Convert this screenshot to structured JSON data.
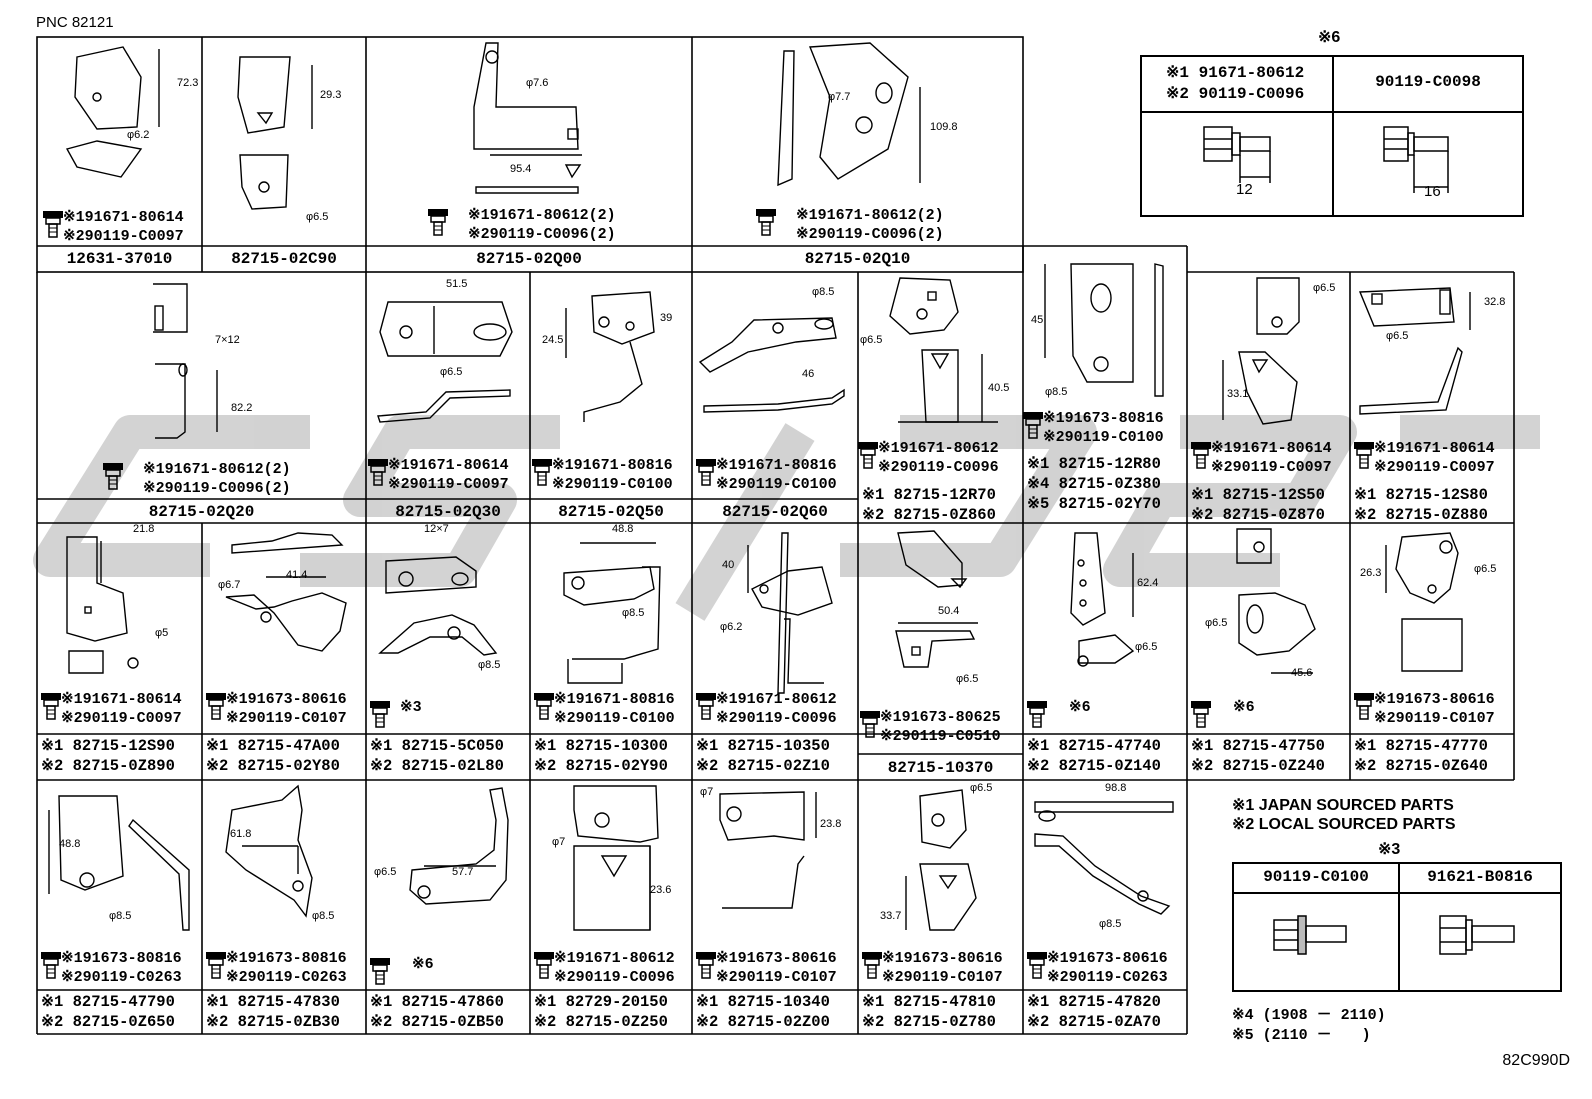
{
  "header": {
    "pnc": "PNC 82121"
  },
  "footer": {
    "drawing_number": "82C990D"
  },
  "colors": {
    "line": "#000000",
    "watermark": "#b8b8b8"
  },
  "cells": [
    {
      "id": "c1",
      "dims": [
        "72.3",
        "φ6.2"
      ],
      "callouts": [
        "※191671-80614",
        "※290119-C0097"
      ],
      "part_numbers": [
        "12631-37010"
      ]
    },
    {
      "id": "c2",
      "dims": [
        "29.3",
        "φ6.5"
      ],
      "callouts": [],
      "part_numbers": [
        "82715-02C90"
      ]
    },
    {
      "id": "c3",
      "dims": [
        "φ7.6",
        "95.4"
      ],
      "callouts": [
        "※191671-80612(2)",
        "※290119-C0096(2)"
      ],
      "part_numbers": [
        "82715-02Q00"
      ]
    },
    {
      "id": "c4",
      "dims": [
        "φ7.7",
        "109.8"
      ],
      "callouts": [
        "※191671-80612(2)",
        "※290119-C0096(2)"
      ],
      "part_numbers": [
        "82715-02Q10"
      ]
    },
    {
      "id": "c5",
      "dims": [
        "7×12",
        "82.2"
      ],
      "callouts": [
        "※191671-80612(2)",
        "※290119-C0096(2)"
      ],
      "part_numbers": [
        "82715-02Q20"
      ]
    },
    {
      "id": "c6",
      "dims": [
        "51.5",
        "φ6.5"
      ],
      "callouts": [
        "※191671-80614",
        "※290119-C0097"
      ],
      "part_numbers": [
        "82715-02Q30"
      ]
    },
    {
      "id": "c7",
      "dims": [
        "39",
        "24.5"
      ],
      "callouts": [
        "※191671-80816",
        "※290119-C0100"
      ],
      "part_numbers": [
        "82715-02Q50"
      ]
    },
    {
      "id": "c8",
      "dims": [
        "φ8.5",
        "46"
      ],
      "callouts": [
        "※191671-80816",
        "※290119-C0100"
      ],
      "part_numbers": [
        "82715-02Q60"
      ]
    },
    {
      "id": "c9",
      "dims": [
        "φ6.5",
        "40.5"
      ],
      "callouts": [
        "※191671-80612",
        "※290119-C0096"
      ],
      "part_numbers": [
        "※1 82715-12R70",
        "※2 82715-0Z860"
      ]
    },
    {
      "id": "c10",
      "dims": [
        "45",
        "φ8.5"
      ],
      "callouts": [
        "※191673-80816",
        "※290119-C0100"
      ],
      "part_numbers": [
        "※1 82715-12R80",
        "※4 82715-0Z380",
        "※5 82715-02Y70"
      ]
    },
    {
      "id": "c11",
      "dims": [
        "φ6.5",
        "33.1"
      ],
      "callouts": [
        "※191671-80614",
        "※290119-C0097"
      ],
      "part_numbers": [
        "※1 82715-12S50",
        "※2 82715-0Z870"
      ]
    },
    {
      "id": "c12",
      "dims": [
        "32.8",
        "φ6.5"
      ],
      "callouts": [
        "※191671-80614",
        "※290119-C0097"
      ],
      "part_numbers": [
        "※1 82715-12S80",
        "※2 82715-0Z880"
      ]
    },
    {
      "id": "c13",
      "dims": [
        "21.8",
        "φ5"
      ],
      "callouts": [
        "※191671-80614",
        "※290119-C0097"
      ],
      "part_numbers": [
        "※1 82715-12S90",
        "※2 82715-0Z890"
      ]
    },
    {
      "id": "c14",
      "dims": [
        "φ6.7",
        "41.4"
      ],
      "callouts": [
        "※191673-80616",
        "※290119-C0107"
      ],
      "part_numbers": [
        "※1 82715-47A00",
        "※2 82715-02Y80"
      ]
    },
    {
      "id": "c15",
      "dims": [
        "12×7",
        "φ8.5"
      ],
      "callouts": [
        "※3"
      ],
      "part_numbers": [
        "※1 82715-5C050",
        "※2 82715-02L80"
      ]
    },
    {
      "id": "c16",
      "dims": [
        "48.8",
        "φ8.5"
      ],
      "callouts": [
        "※191671-80816",
        "※290119-C0100"
      ],
      "part_numbers": [
        "※1 82715-10300",
        "※2 82715-02Y90"
      ]
    },
    {
      "id": "c17",
      "dims": [
        "40",
        "φ6.2"
      ],
      "callouts": [
        "※191671-80612",
        "※290119-C0096"
      ],
      "part_numbers": [
        "※1 82715-10350",
        "※2 82715-02Z10"
      ]
    },
    {
      "id": "c18",
      "dims": [
        "50.4",
        "φ6.5"
      ],
      "callouts": [
        "※191673-80625",
        "※290119-C0510"
      ],
      "part_numbers": [
        "82715-10370"
      ]
    },
    {
      "id": "c19",
      "dims": [
        "62.4",
        "φ6.5"
      ],
      "callouts": [
        "※6"
      ],
      "part_numbers": [
        "※1 82715-47740",
        "※2 82715-0Z140"
      ]
    },
    {
      "id": "c20",
      "dims": [
        "φ6.5",
        "45.6"
      ],
      "callouts": [
        "※6"
      ],
      "part_numbers": [
        "※1 82715-47750",
        "※2 82715-0Z240"
      ]
    },
    {
      "id": "c21",
      "dims": [
        "26.3",
        "φ6.5"
      ],
      "callouts": [
        "※191673-80616",
        "※290119-C0107"
      ],
      "part_numbers": [
        "※1 82715-47770",
        "※2 82715-0Z640"
      ]
    },
    {
      "id": "c22",
      "dims": [
        "48.8",
        "φ8.5"
      ],
      "callouts": [
        "※191673-80816",
        "※290119-C0263"
      ],
      "part_numbers": [
        "※1 82715-47790",
        "※2 82715-0Z650"
      ]
    },
    {
      "id": "c23",
      "dims": [
        "61.8",
        "φ8.5"
      ],
      "callouts": [
        "※191673-80816",
        "※290119-C0263"
      ],
      "part_numbers": [
        "※1 82715-47830",
        "※2 82715-0ZB30"
      ]
    },
    {
      "id": "c24",
      "dims": [
        "φ6.5",
        "57.7"
      ],
      "callouts": [
        "※6"
      ],
      "part_numbers": [
        "※1 82715-47860",
        "※2 82715-0ZB50"
      ]
    },
    {
      "id": "c25",
      "dims": [
        "φ7",
        "23.6"
      ],
      "callouts": [
        "※191671-80612",
        "※290119-C0096"
      ],
      "part_numbers": [
        "※1 82729-20150",
        "※2 82715-0Z250"
      ]
    },
    {
      "id": "c26",
      "dims": [
        "φ7",
        "23.8"
      ],
      "callouts": [
        "※191673-80616",
        "※290119-C0107"
      ],
      "part_numbers": [
        "※1 82715-10340",
        "※2 82715-02Z00"
      ]
    },
    {
      "id": "c27",
      "dims": [
        "φ6.5",
        "33.7"
      ],
      "callouts": [
        "※191673-80616",
        "※290119-C0107"
      ],
      "part_numbers": [
        "※1 82715-47810",
        "※2 82715-0Z780"
      ]
    },
    {
      "id": "c28",
      "dims": [
        "98.8",
        "φ8.5"
      ],
      "callouts": [
        "※191673-80616",
        "※290119-C0263"
      ],
      "part_numbers": [
        "※1 82715-47820",
        "※2 82715-0ZA70"
      ]
    }
  ],
  "ref6": {
    "title": "※6",
    "left_header": [
      "※1 91671-80612",
      "※2 90119-C0096"
    ],
    "right_header": "90119-C0098",
    "left_dim": "12",
    "right_dim": "16"
  },
  "notes": {
    "n1": "※1 JAPAN SOURCED PARTS",
    "n2": "※2 LOCAL SOURCED PARTS"
  },
  "ref3": {
    "title": "※3",
    "left": "90119-C0100",
    "right": "91621-B0816"
  },
  "footnotes": {
    "n4": "※4 (1908 － 2110)",
    "n5": "※5 (2110 －　　)"
  }
}
